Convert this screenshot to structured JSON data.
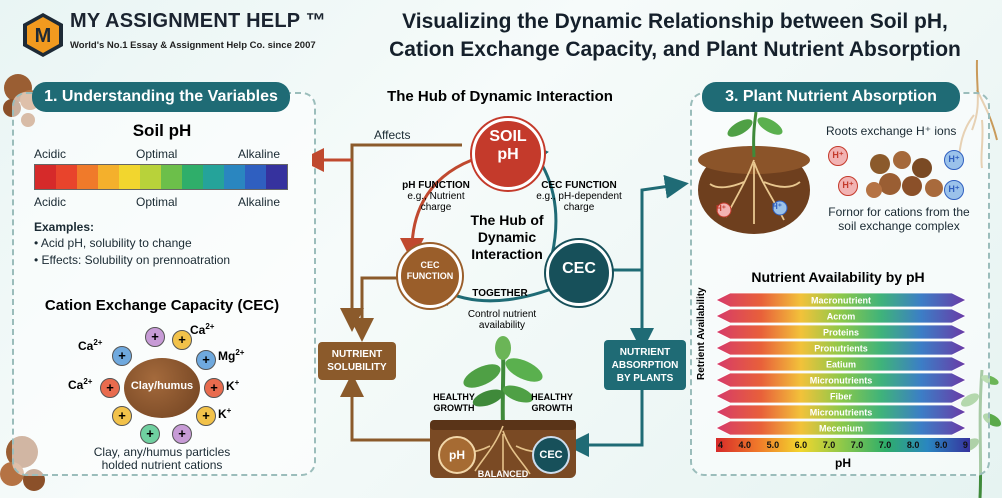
{
  "logo": {
    "badge": "M",
    "title": "MY ASSIGNMENT HELP ™",
    "subtitle": "World's No.1 Essay & Assignment Help Co. since 2007"
  },
  "title": {
    "line1": "Visualizing the Dynamic Relationship between Soil pH,",
    "line2": "Cation Exchange Capacity, and Plant Nutrient Absorption"
  },
  "panel1": {
    "header": "1. Understanding the Variables",
    "soil_ph_title": "Soil pH",
    "scale_top": [
      "Acidic",
      "Optimal",
      "Alkaline"
    ],
    "scale_bottom": [
      "Acidic",
      "Optimal",
      "Alkaline"
    ],
    "spectrum_colors": [
      "#d62a2a",
      "#e8442c",
      "#f07a2a",
      "#f4b02c",
      "#f2d62e",
      "#b8d23a",
      "#6cbf4a",
      "#2fae6a",
      "#25a39a",
      "#2a86c0",
      "#2f5fc0",
      "#36329e"
    ],
    "examples_title": "Examples:",
    "examples": [
      "• Acid pH, solubility to change",
      "• Effects: Solubility on prennoatration"
    ],
    "cec_title": "Cation Exchange Capacity (CEC)",
    "clay_label": "Clay/humus",
    "ions": {
      "ca1": "Ca",
      "ca2": "Ca",
      "ca3": "Ca",
      "mg": "Mg",
      "k1": "K",
      "k2": "K",
      "sup2": "2+",
      "supplus": "+"
    },
    "caption_line1": "Clay, any/humus particles",
    "caption_line2": "holded nutrient cations"
  },
  "hub": {
    "title": "The Hub of Dynamic Interaction",
    "affects": "Affects",
    "soil_ph_1": "SOIL",
    "soil_ph_2": "pH",
    "ph_function": "pH FUNCTION",
    "ph_function_sub1": "e.g., Nutrient",
    "ph_function_sub2": "charge",
    "cec_function_lbl": "CEC FUNCTION",
    "cec_function_sub1": "e.g., pH-dependent",
    "cec_function_sub2": "charge",
    "center_1": "The Hub of",
    "center_2": "Dynamic",
    "center_3": "Interaction",
    "cec_fn_circle_1": "CEC",
    "cec_fn_circle_2": "FUNCTION",
    "cec_circle": "CEC",
    "together": "TOGETHER",
    "control_1": "Control nutrient",
    "control_2": "availability",
    "nutrient_solubility_1": "NUTRIENT",
    "nutrient_solubility_2": "SOLUBILITY",
    "nutrient_absorption_1": "NUTRIENT",
    "nutrient_absorption_2": "ABSORPTION",
    "nutrient_absorption_3": "BY PLANTS",
    "healthy_1": "HEALTHY",
    "healthy_2": "GROWTH",
    "ph_badge": "pH",
    "cec_badge": "CEC",
    "balanced": "BALANCED"
  },
  "panel3": {
    "header": "3. Plant Nutrient Absorption",
    "roots_exchange": "Roots exchange H⁺ ions",
    "h_ion": "H⁺",
    "fornor_1": "Fornor for cations from the",
    "fornor_2": "soil exchange complex",
    "avail_title": "Nutrient Availability by pH",
    "yaxis": "Retrient Availability",
    "xaxis": "pH",
    "bands": [
      "Macronutrient",
      "Acrom",
      "Proteins",
      "Pronutrients",
      "Eatium",
      "Micronutrients",
      "Fiber",
      "Micronutrients",
      "Mecenium"
    ],
    "xticks": [
      "4",
      "4.0",
      "5.0",
      "6.0",
      "7.0",
      "7.0",
      "7.0",
      "8.0",
      "9.0",
      "9"
    ]
  }
}
